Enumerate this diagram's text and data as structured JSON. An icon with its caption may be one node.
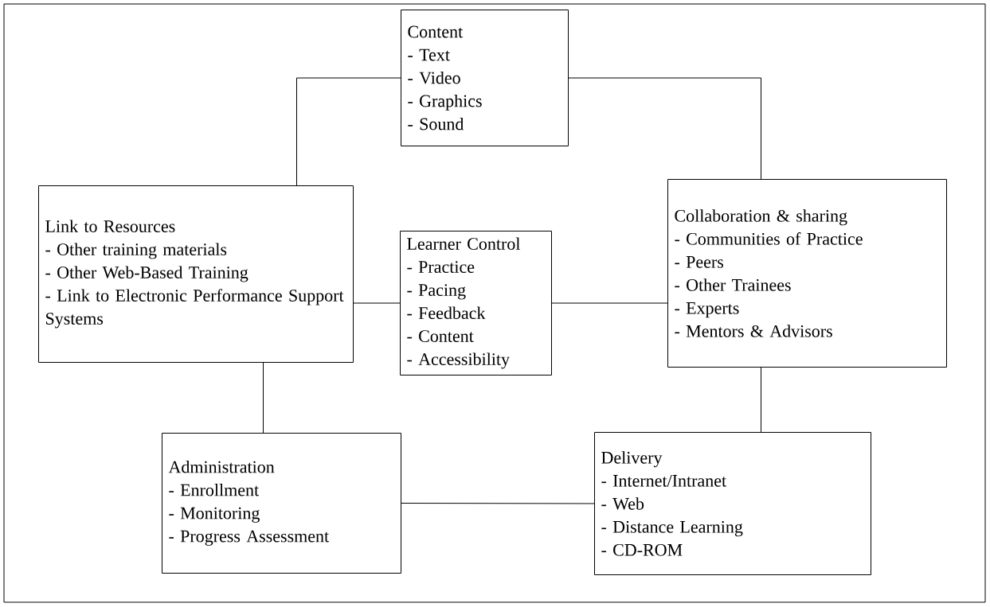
{
  "diagram": {
    "nodes": [
      {
        "text": [
          "Content",
          "- Text",
          "- Video",
          "- Graphics",
          "- Sound"
        ]
      },
      {
        "text": [
          "Link to Resources",
          "- Other training materials",
          "- Other Web-Based Training",
          "- Link to Electronic Performance Support Systems"
        ]
      },
      {
        "text": [
          "Learner Control",
          "- Practice",
          "- Pacing",
          "- Feedback",
          "- Content",
          "- Accessibility"
        ]
      },
      {
        "text": [
          "Collaboration & sharing",
          "- Communities of Practice",
          "- Peers",
          "- Other Trainees",
          "- Experts",
          "- Mentors & Advisors"
        ]
      },
      {
        "text": [
          "Administration",
          "- Enrollment",
          "- Monitoring",
          "- Progress Assessment"
        ]
      },
      {
        "text": [
          "Delivery",
          "- Internet/Intranet",
          "- Web",
          "- Distance Learning",
          "- CD-ROM"
        ]
      }
    ],
    "edges": [
      {
        "from": 0,
        "to": 1,
        "arrow": "none"
      },
      {
        "from": 0,
        "to": 3,
        "arrow": "none"
      },
      {
        "from": 1,
        "to": 2,
        "arrow": "none"
      },
      {
        "from": 2,
        "to": 3,
        "arrow": "none"
      },
      {
        "from": 1,
        "to": 4,
        "arrow": "none"
      },
      {
        "from": 3,
        "to": 5,
        "arrow": "none"
      },
      {
        "from": 4,
        "to": 5,
        "arrow": "none"
      }
    ]
  }
}
